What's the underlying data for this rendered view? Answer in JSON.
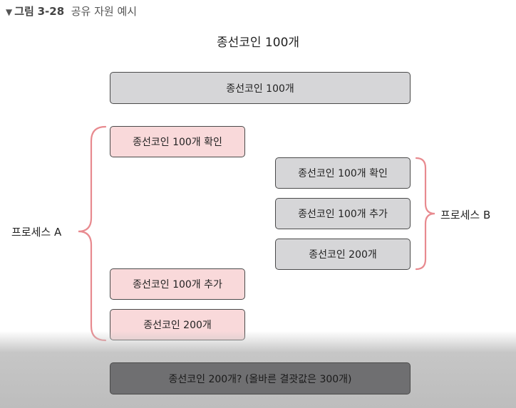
{
  "caption": {
    "marker": "▼",
    "prefix": "그림",
    "number": "3-28",
    "title": "공유 자원 예시"
  },
  "initial_value": "종선코인 100개",
  "shared_resource": "종선코인 100개",
  "process_a": {
    "label": "프로세스 A",
    "steps": [
      "종선코인 100개 확인",
      "종선코인 100개 추가",
      "종선코인 200개"
    ]
  },
  "process_b": {
    "label": "프로세스 B",
    "steps": [
      "종선코인 100개 확인",
      "종선코인 100개 추가",
      "종선코인 200개"
    ]
  },
  "result": "종선코인 200개? (올바른 결괏값은 300개)",
  "colors": {
    "shared_box": "#d6d6d8",
    "process_a_box": "#f9d9da",
    "process_b_box": "#d6d6d8",
    "brace": "#e88a8f",
    "result_box": "#6f6f71"
  }
}
